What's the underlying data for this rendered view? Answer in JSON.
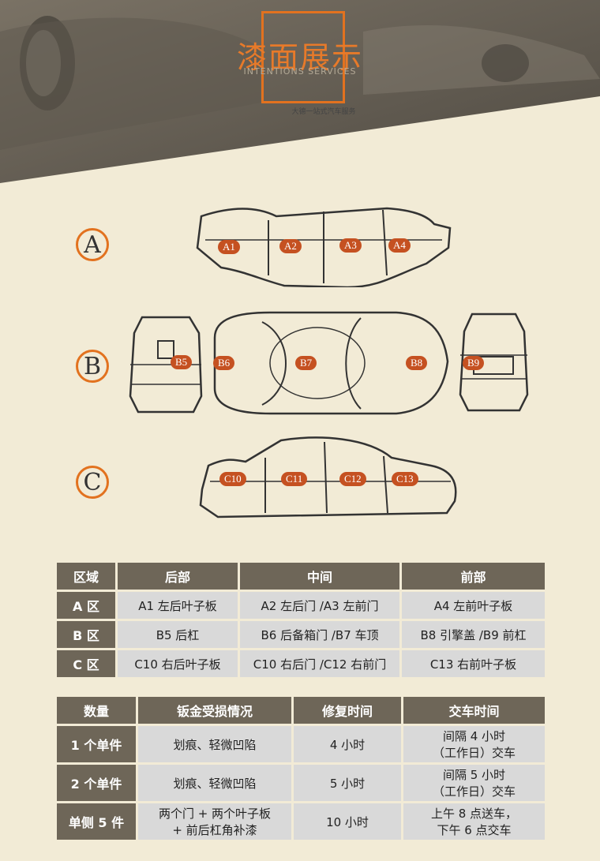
{
  "header": {
    "title": "漆面展示",
    "subtitle": "INTENTIONS SERVICES",
    "small_text": "大德一站式汽车服务"
  },
  "diagram": {
    "zones": [
      "A",
      "B",
      "C"
    ],
    "labels": [
      "A1",
      "A2",
      "A3",
      "A4",
      "B5",
      "B6",
      "B7",
      "B8",
      "B9",
      "C10",
      "C11",
      "C12",
      "C13"
    ]
  },
  "table1": {
    "headers": [
      "区域",
      "后部",
      "中间",
      "前部"
    ],
    "rows": [
      [
        "A 区",
        "A1 左后叶子板",
        "A2 左后门 /A3 左前门",
        "A4 左前叶子板"
      ],
      [
        "B 区",
        "B5 后杠",
        "B6 后备箱门 /B7 车顶",
        "B8 引擎盖 /B9 前杠"
      ],
      [
        "C 区",
        "C10 右后叶子板",
        "C10 右后门 /C12 右前门",
        "C13 右前叶子板"
      ]
    ]
  },
  "table2": {
    "headers": [
      "数量",
      "钣金受损情况",
      "修复时间",
      "交车时间"
    ],
    "rows": [
      [
        "1 个单件",
        "划痕、轻微凹陷",
        "4 小时",
        "间隔 4 小时",
        "（工作日）交车"
      ],
      [
        "2 个单件",
        "划痕、轻微凹陷",
        "5 小时",
        "间隔 5 小时",
        "（工作日）交车"
      ],
      [
        "单侧 5 件",
        "两个门 + 两个叶子板",
        "+ 前后杠角补漆",
        "10 小时",
        "上午 8 点送车，",
        "下午 6 点交车"
      ]
    ]
  },
  "colors": {
    "accent": "#e2721f",
    "header_cell": "#6e6658",
    "cell": "#d9d9d9",
    "badge": "#c55121"
  }
}
